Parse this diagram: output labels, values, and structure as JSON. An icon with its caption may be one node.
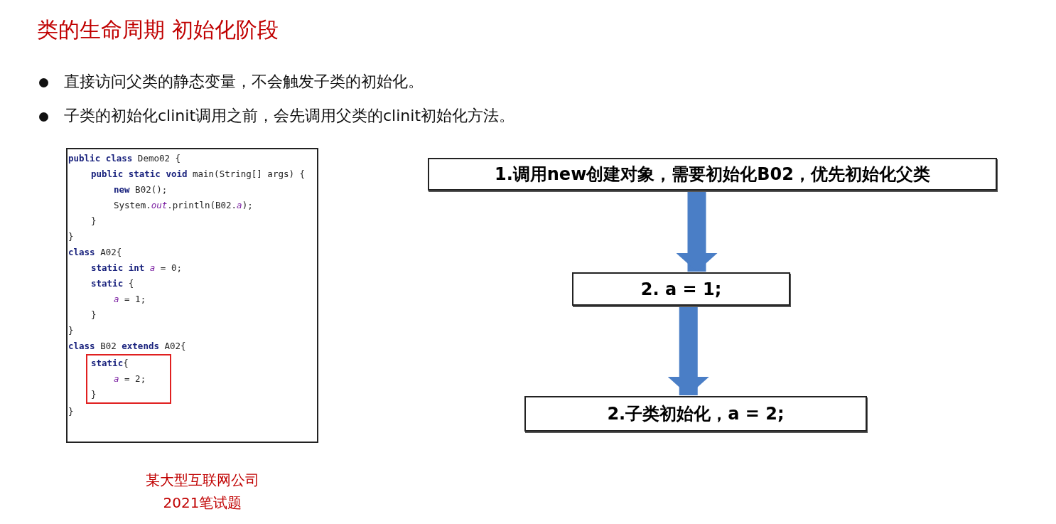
{
  "diagram": {
    "title": "类的生命周期 初始化阶段",
    "nodes": [
      {
        "text": [
          "public class Demo02 {",
          "public static void main(String[] args) {",
          "new B02();",
          "System.*out*.println(B02.*a*);",
          "}",
          "}",
          "class A02{",
          "static int *a* = 0;",
          "static {",
          "*a* = 1;",
          "}",
          "}",
          "class B02 extends A02{",
          "}"
        ]
      },
      {
        "text": [
          "static{",
          "*a* = 2;",
          "}"
        ],
        "in": 0
      },
      {
        "text": [
          "1.调用new创建对象，需要初始化B02，优先初始化父类"
        ]
      },
      {
        "text": [
          "2. a = 1;"
        ]
      },
      {
        "text": [
          "2.子类初始化，a = 2;"
        ]
      }
    ],
    "edges": [
      {
        "from": 2,
        "to": 3,
        "arrow": "to"
      },
      {
        "from": 3,
        "to": 4,
        "arrow": "to"
      }
    ],
    "labels": [
      "直接访问父类的静态变量，不会触发子类的初始化。",
      "子类的初始化clinit调用之前，会先调用父类的clinit初始化方法。",
      "某大型互联网公司",
      "2021笔试题"
    ]
  }
}
